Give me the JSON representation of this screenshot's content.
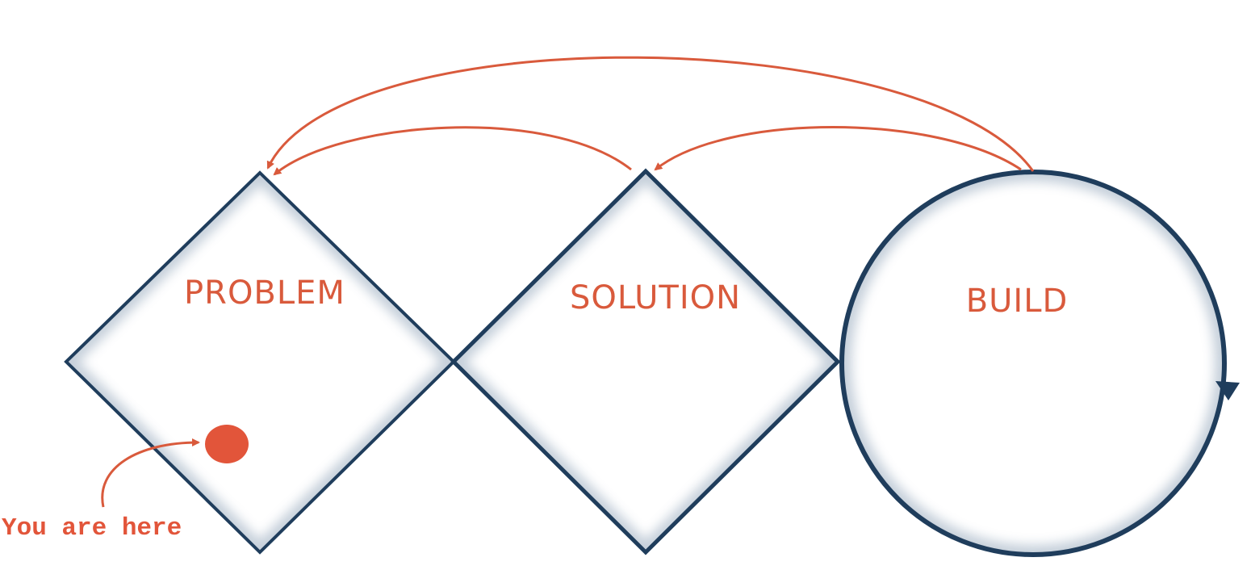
{
  "colors": {
    "outline": "#1f3d5c",
    "accent": "#d95a3c",
    "shadow": "#7f95ad",
    "background": "#ffffff"
  },
  "stages": [
    {
      "id": "problem",
      "label": "PROBLEM",
      "shape": "diamond"
    },
    {
      "id": "solution",
      "label": "SOLUTION",
      "shape": "diamond"
    },
    {
      "id": "build",
      "label": "BUILD",
      "shape": "circle",
      "cycle_indicator": "arrowhead-down"
    }
  ],
  "feedback_arrows": [
    {
      "from": "solution",
      "to": "problem"
    },
    {
      "from": "build",
      "to": "problem"
    },
    {
      "from": "build",
      "to": "solution"
    }
  ],
  "marker": {
    "label": "You are here",
    "stage": "problem"
  }
}
